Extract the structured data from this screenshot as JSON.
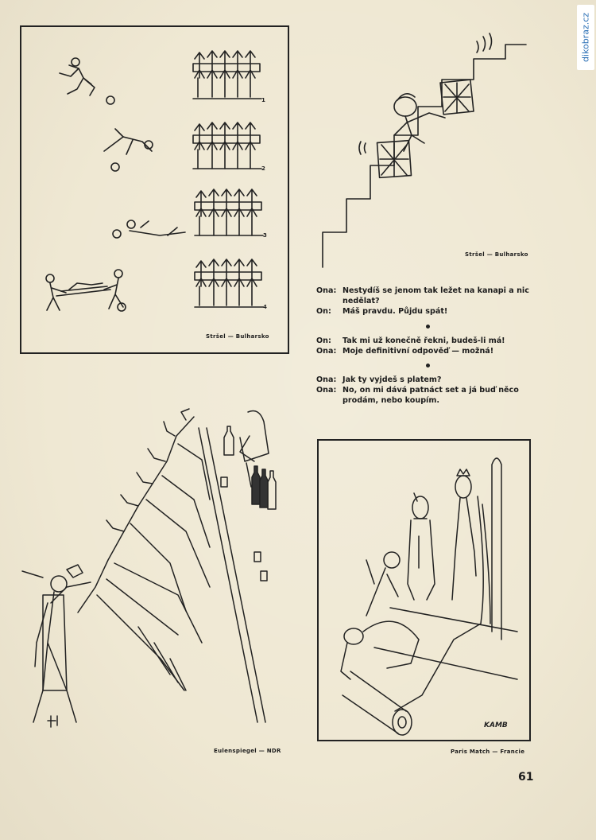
{
  "page": {
    "number": "61",
    "watermark": "dikobraz.cz"
  },
  "cartoons": {
    "football": {
      "credit": "Stršel — Bulharsko",
      "panel_numbers": [
        "1",
        "2",
        "3",
        "4"
      ]
    },
    "stairs": {
      "credit": "Stršel — Bulharsko"
    },
    "bar": {
      "credit": "Eulenspiegel — NDR"
    },
    "carpet": {
      "credit": "Paris Match — Francie",
      "signature": "KAMB"
    }
  },
  "dialogues": [
    {
      "lines": [
        {
          "speaker": "Ona:",
          "text": "Nestydíš se jenom tak ležet na kanapi a nic nedělat?"
        },
        {
          "speaker": "On:",
          "text": "Máš pravdu. Půjdu spát!"
        }
      ]
    },
    {
      "lines": [
        {
          "speaker": "On:",
          "text": "Tak mi už konečně řekni, budeš-li má!"
        },
        {
          "speaker": "Ona:",
          "text": "Moje definitivní odpověď — možná!"
        }
      ]
    },
    {
      "lines": [
        {
          "speaker": "Ona:",
          "text": "Jak ty vyjdeš s platem?"
        },
        {
          "speaker": "Ona:",
          "text": "No, on mi dává patnáct set a já buď něco prodám, nebo koupím."
        }
      ]
    }
  ]
}
